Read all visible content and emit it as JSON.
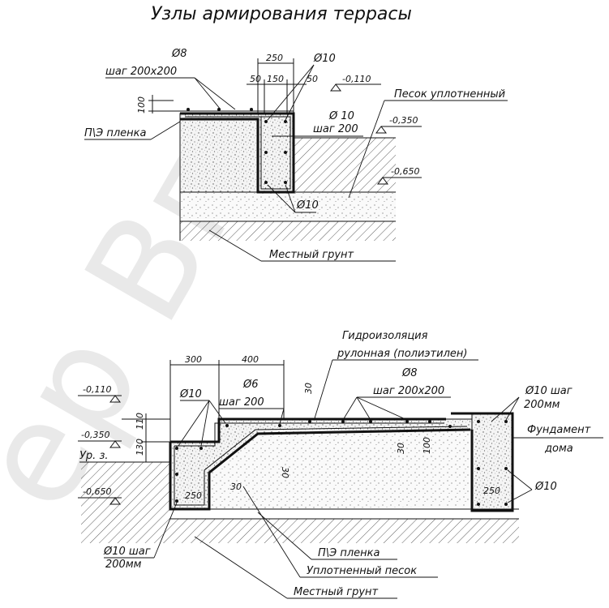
{
  "title": "Узлы армирования террасы",
  "watermark": "ер Вп",
  "top_node": {
    "dims": {
      "d250": "250",
      "d50a": "50",
      "d150": "150",
      "d50b": "50",
      "d100": "100"
    },
    "labels": {
      "rebar8": "Ø8",
      "step200x200": "шаг 200x200",
      "rebar10_top": "Ø10",
      "rebar10_mid": "Ø 10",
      "step200": "шаг 200",
      "rebar10_bottom": "Ø10",
      "film": "П\\Э пленка",
      "sand": "Песок уплотненный",
      "soil": "Местный грунт"
    },
    "levels": {
      "l110": "-0,110",
      "l350": "-0,350",
      "l650": "-0,650"
    }
  },
  "bottom_node": {
    "dims": {
      "d300": "300",
      "d400": "400",
      "d30_top": "30",
      "d110": "110",
      "d130": "130",
      "d250_left": "250",
      "d30_slope": "30",
      "d30_a": "30",
      "d30_b": "30",
      "d100": "100",
      "d250_right": "250"
    },
    "labels": {
      "waterproof_1": "Гидроизоляция",
      "waterproof_2": "рулонная (полиэтилен)",
      "rebar6": "Ø6",
      "step200": "шаг 200",
      "rebar10_left": "Ø10",
      "rebar8": "Ø8",
      "step200x200": "шаг 200x200",
      "rebar10_right_1": "Ø10 шаг",
      "rebar10_right_2": "200мм",
      "foundation_1": "Фундамент",
      "foundation_2": "дома",
      "rebar10_bottom_right": "Ø10",
      "rebar10_bl_1": "Ø10 шаг",
      "rebar10_bl_2": "200мм",
      "film": "П\\Э пленка",
      "sand": "Уплотненный песок",
      "soil": "Местный грунт",
      "ground_level": "Ур. з."
    },
    "levels": {
      "l110": "-0,110",
      "l350": "-0,350",
      "l650": "-0,650"
    }
  }
}
